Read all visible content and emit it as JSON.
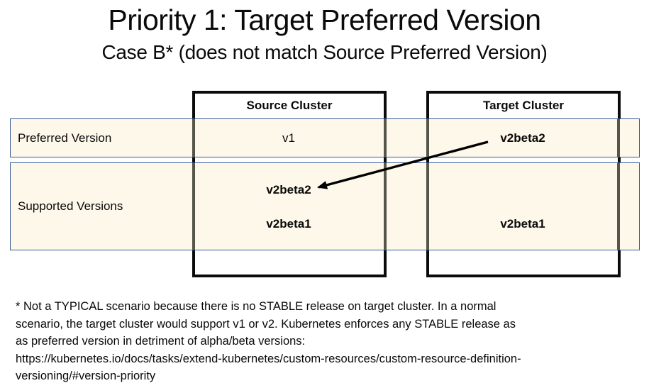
{
  "title": "Priority 1: Target Preferred Version",
  "subtitle": "Case B* (does not match Source Preferred Version)",
  "clusters": {
    "source": {
      "header": "Source Cluster"
    },
    "target": {
      "header": "Target Cluster"
    }
  },
  "rows": {
    "preferred": {
      "label": "Preferred Version",
      "source_value": "v1",
      "target_value": "v2beta2"
    },
    "supported": {
      "label": "Supported Versions",
      "source_values": [
        "v2beta2",
        "v2beta1"
      ],
      "target_values": [
        "v2beta1"
      ]
    }
  },
  "arrow": {
    "from": "target-cluster-preferred-v2beta2",
    "to": "source-cluster-supported-v2beta2"
  },
  "footnote": {
    "lines": [
      "* Not a TYPICAL scenario because there is no STABLE release on target cluster. In a normal",
      "scenario, the target cluster would support v1 or v2. Kubernetes enforces any STABLE release as",
      "as preferred version in detriment of alpha/beta versions:",
      "https://kubernetes.io/docs/tasks/extend-kubernetes/custom-resources/custom-resource-definition-",
      "versioning/#version-priority"
    ]
  },
  "colors": {
    "row_fill": "#FDF8EA",
    "row_border": "#355A93",
    "box_border": "#0B0B0B",
    "bar_color": "#56554A",
    "arrow": "#000000"
  }
}
